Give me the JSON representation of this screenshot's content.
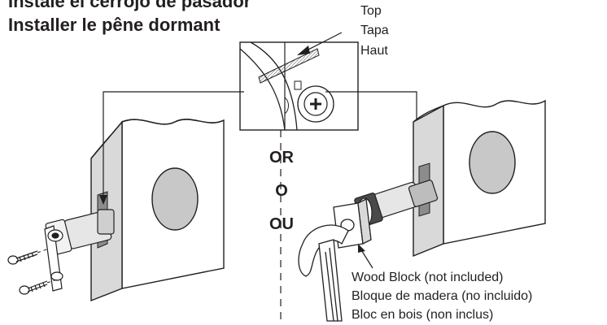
{
  "heading": {
    "line_spanish": "Instale el cerrojo de pasador",
    "line_french": "Installer le pêne dormant"
  },
  "callout_top": {
    "english": "Top",
    "spanish": "Tapa",
    "french": "Haut"
  },
  "or_labels": {
    "english": "OR",
    "spanish": "O",
    "french": "OU"
  },
  "wood_block": {
    "english": "Wood Block (not included)",
    "spanish": "Bloque de madera (no incluido)",
    "french": "Bloc en bois (non inclus)"
  }
}
